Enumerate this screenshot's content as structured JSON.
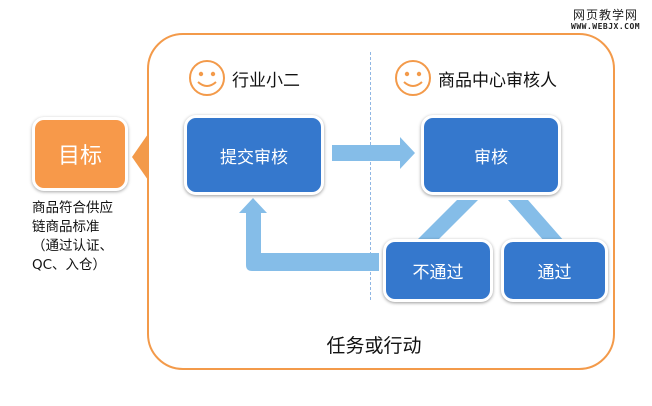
{
  "watermark": {
    "title": "网页教学网",
    "url": "WWW.WEBJX.COM"
  },
  "goal": {
    "label": "目标",
    "description_lines": [
      "商品符合供应",
      "链商品标准",
      "（通过认证、",
      "QC、入仓）"
    ]
  },
  "lanes": [
    {
      "actor": "行业小二",
      "icon": "smiley-icon"
    },
    {
      "actor": "商品中心审核人",
      "icon": "smiley-icon"
    }
  ],
  "steps": {
    "submit": "提交审核",
    "review": "审核",
    "reject": "不通过",
    "pass": "通过"
  },
  "frame_label": "任务或行动",
  "colors": {
    "accent_orange": "#f39a4a",
    "box_blue": "#3578cd",
    "arrow_blue": "#85bde8",
    "divider": "#8fb6e3"
  }
}
